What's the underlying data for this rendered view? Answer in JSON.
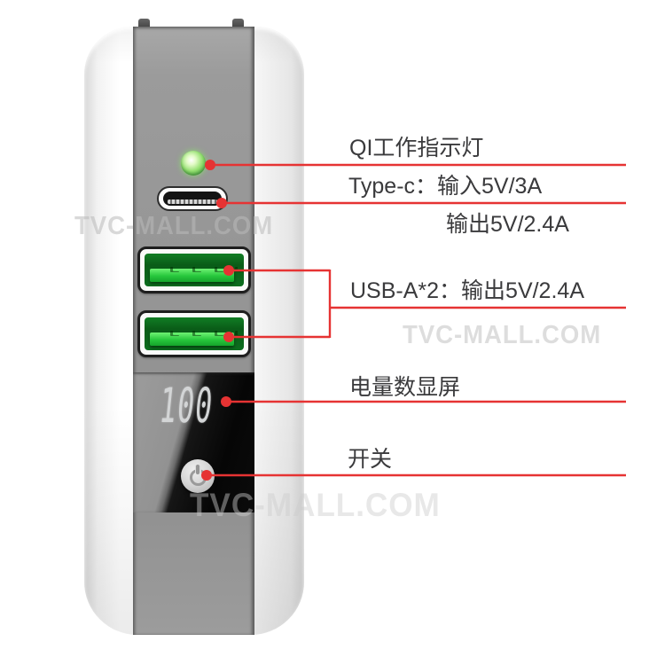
{
  "watermark": {
    "text": "TVC-MALL.COM"
  },
  "device": {
    "battery_level": "100",
    "colors": {
      "led_green": "#8fdf6c",
      "usb_green": "#27c73c",
      "panel_gray": "#959595",
      "display_black": "#0b0b0b"
    }
  },
  "annotations": {
    "color": "#e63333",
    "items": {
      "qi": "QI工作指示灯",
      "typec_line1": "Type-c：输入5V/3A",
      "typec_line2": "输出5V/2.4A",
      "usb": "USB-A*2：输出5V/2.4A",
      "battery_display": "电量数显屏",
      "power_switch": "开关"
    }
  }
}
